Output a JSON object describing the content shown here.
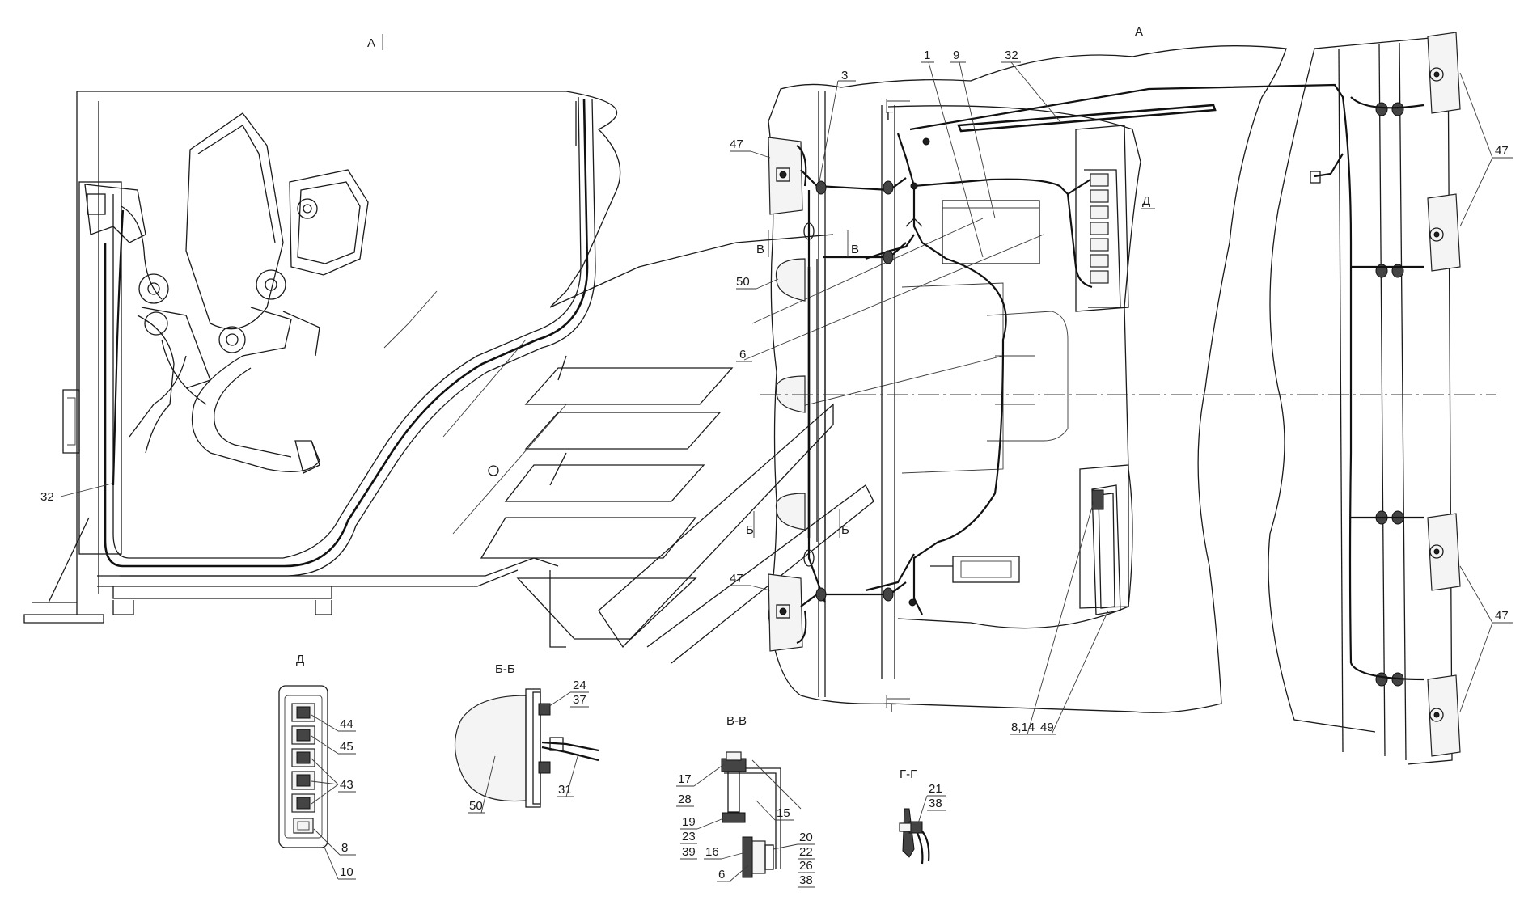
{
  "views": {
    "view_a_left_title": "А",
    "view_a_right_title": "А",
    "view_d_title": "Д",
    "section_bb_title": "Б-Б",
    "section_vv_title": "В-В",
    "section_gg_title": "Г-Г"
  },
  "cut_marks": {
    "d_arrow": "Д",
    "b_left": "Б",
    "b_right": "Б",
    "v_left": "В",
    "v_right": "В",
    "g_top": "Г",
    "g_bottom": "Г"
  },
  "callouts_main": {
    "c32_left": "32",
    "c3": "3",
    "c47_tl": "47",
    "c50": "50",
    "c6": "6",
    "c47_bl": "47",
    "c1": "1",
    "c9": "9",
    "c32_top": "32",
    "c47_tr": "47",
    "c47_br": "47",
    "c8_14": "8,14",
    "c49": "49"
  },
  "callouts_view_d": {
    "c44": "44",
    "c45": "45",
    "c43": "43",
    "c8": "8",
    "c10": "10"
  },
  "callouts_section_bb": {
    "c24": "24",
    "c37": "37",
    "c31": "31",
    "c50": "50"
  },
  "callouts_section_vv": {
    "c17": "17",
    "c28": "28",
    "c15": "15",
    "c19": "19",
    "c23": "23",
    "c39": "39",
    "c16": "16",
    "c20": "20",
    "c22": "22",
    "c26": "26",
    "c38": "38",
    "c6": "6"
  },
  "callouts_section_gg": {
    "c21": "21",
    "c38": "38"
  }
}
